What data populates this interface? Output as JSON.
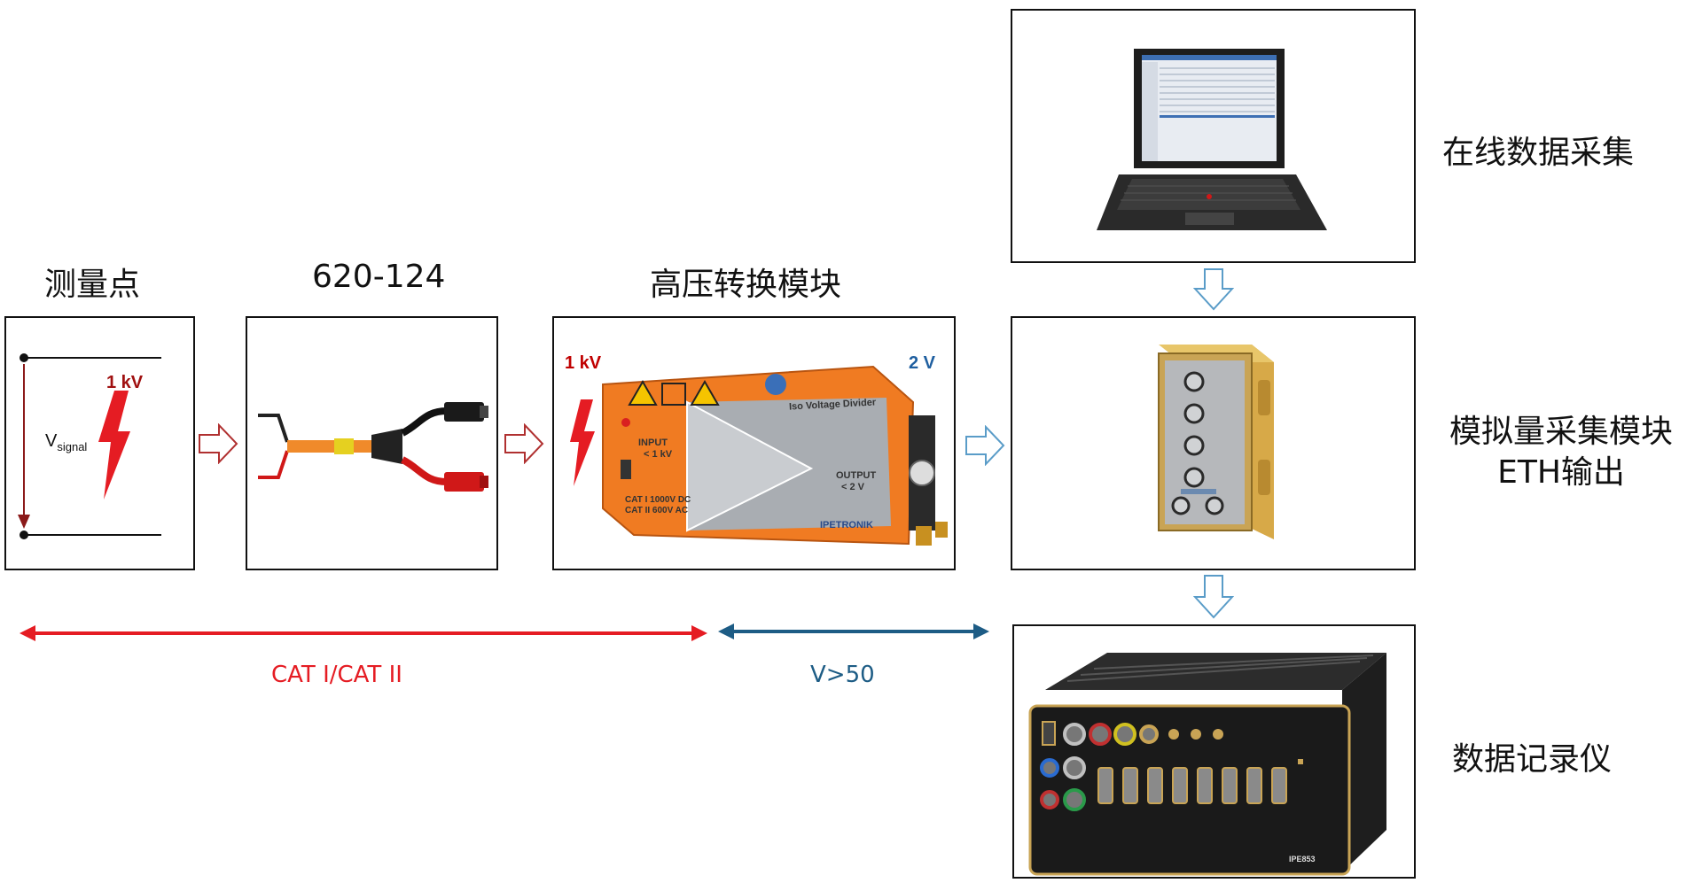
{
  "labels": {
    "measure_point": "测量点",
    "cable_model": "620-124",
    "hv_module": "高压转换模块",
    "online_acquisition": "在线数据采集",
    "analog_module_line1": "模拟量采集模块",
    "analog_module_line2": "ETH输出",
    "data_logger": "数据记录仪"
  },
  "measure": {
    "voltage": "1 kV",
    "signal_v": "V",
    "signal_sub": "signal"
  },
  "hv": {
    "input_voltage": "1 kV",
    "output_voltage": "2 V",
    "device_title": "Iso Voltage Divider",
    "input_text1": "INPUT",
    "input_text2": "< 1 kV",
    "output_text1": "OUTPUT",
    "output_text2": "< 2 V",
    "cat_text1": "CAT I 1000V DC",
    "cat_text2": "CAT II 600V AC",
    "brand": "IPETRONIK"
  },
  "logger": {
    "model": "IPE853"
  },
  "ranges": {
    "cat": "CAT I/CAT II",
    "voltage": "V>50"
  },
  "colors": {
    "red": "#e51c23",
    "blue": "#1d5c85",
    "arrow_red": "#b03030",
    "arrow_blue": "#5a9cc8"
  }
}
